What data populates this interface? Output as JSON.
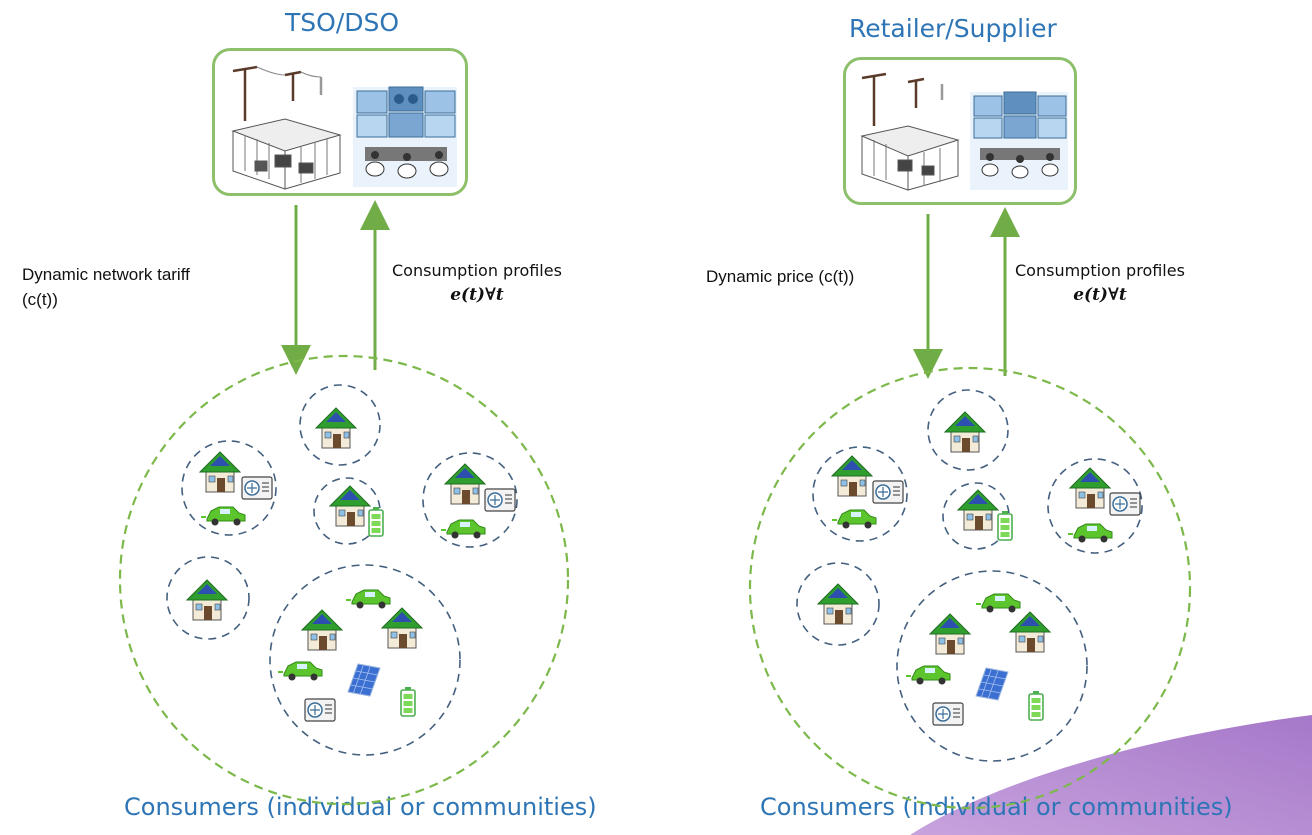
{
  "panels": [
    {
      "title": "TSO/DSO",
      "down_label_lines": [
        "Dynamic network tariff",
        "(c(t))"
      ],
      "up_label": "Consumption profiles",
      "up_math": "e(t)∀t",
      "consumers_label": "Consumers (individual or communities)"
    },
    {
      "title": "Retailer/Supplier",
      "down_label_lines": [
        "Dynamic price (c(t))"
      ],
      "up_label": "Consumption profiles",
      "up_math": "e(t)∀t",
      "consumers_label": "Consumers (individual or communities)"
    }
  ],
  "colors": {
    "title_blue": "#2e75b6",
    "arrow_green": "#70ad47",
    "box_border": "#8dc06a",
    "dashed_circle_outer": "#7cb84a",
    "dashed_circle_inner": "#44607f",
    "house_roof": "#2f9e2f",
    "car_green": "#5cc52e",
    "decor_purple": "#b98fd0"
  },
  "icons": [
    "power-pole-icon",
    "substation-icon",
    "control-room-icon",
    "house-solar-icon",
    "electric-car-icon",
    "battery-icon",
    "heat-pump-icon",
    "solar-panel-icon"
  ]
}
